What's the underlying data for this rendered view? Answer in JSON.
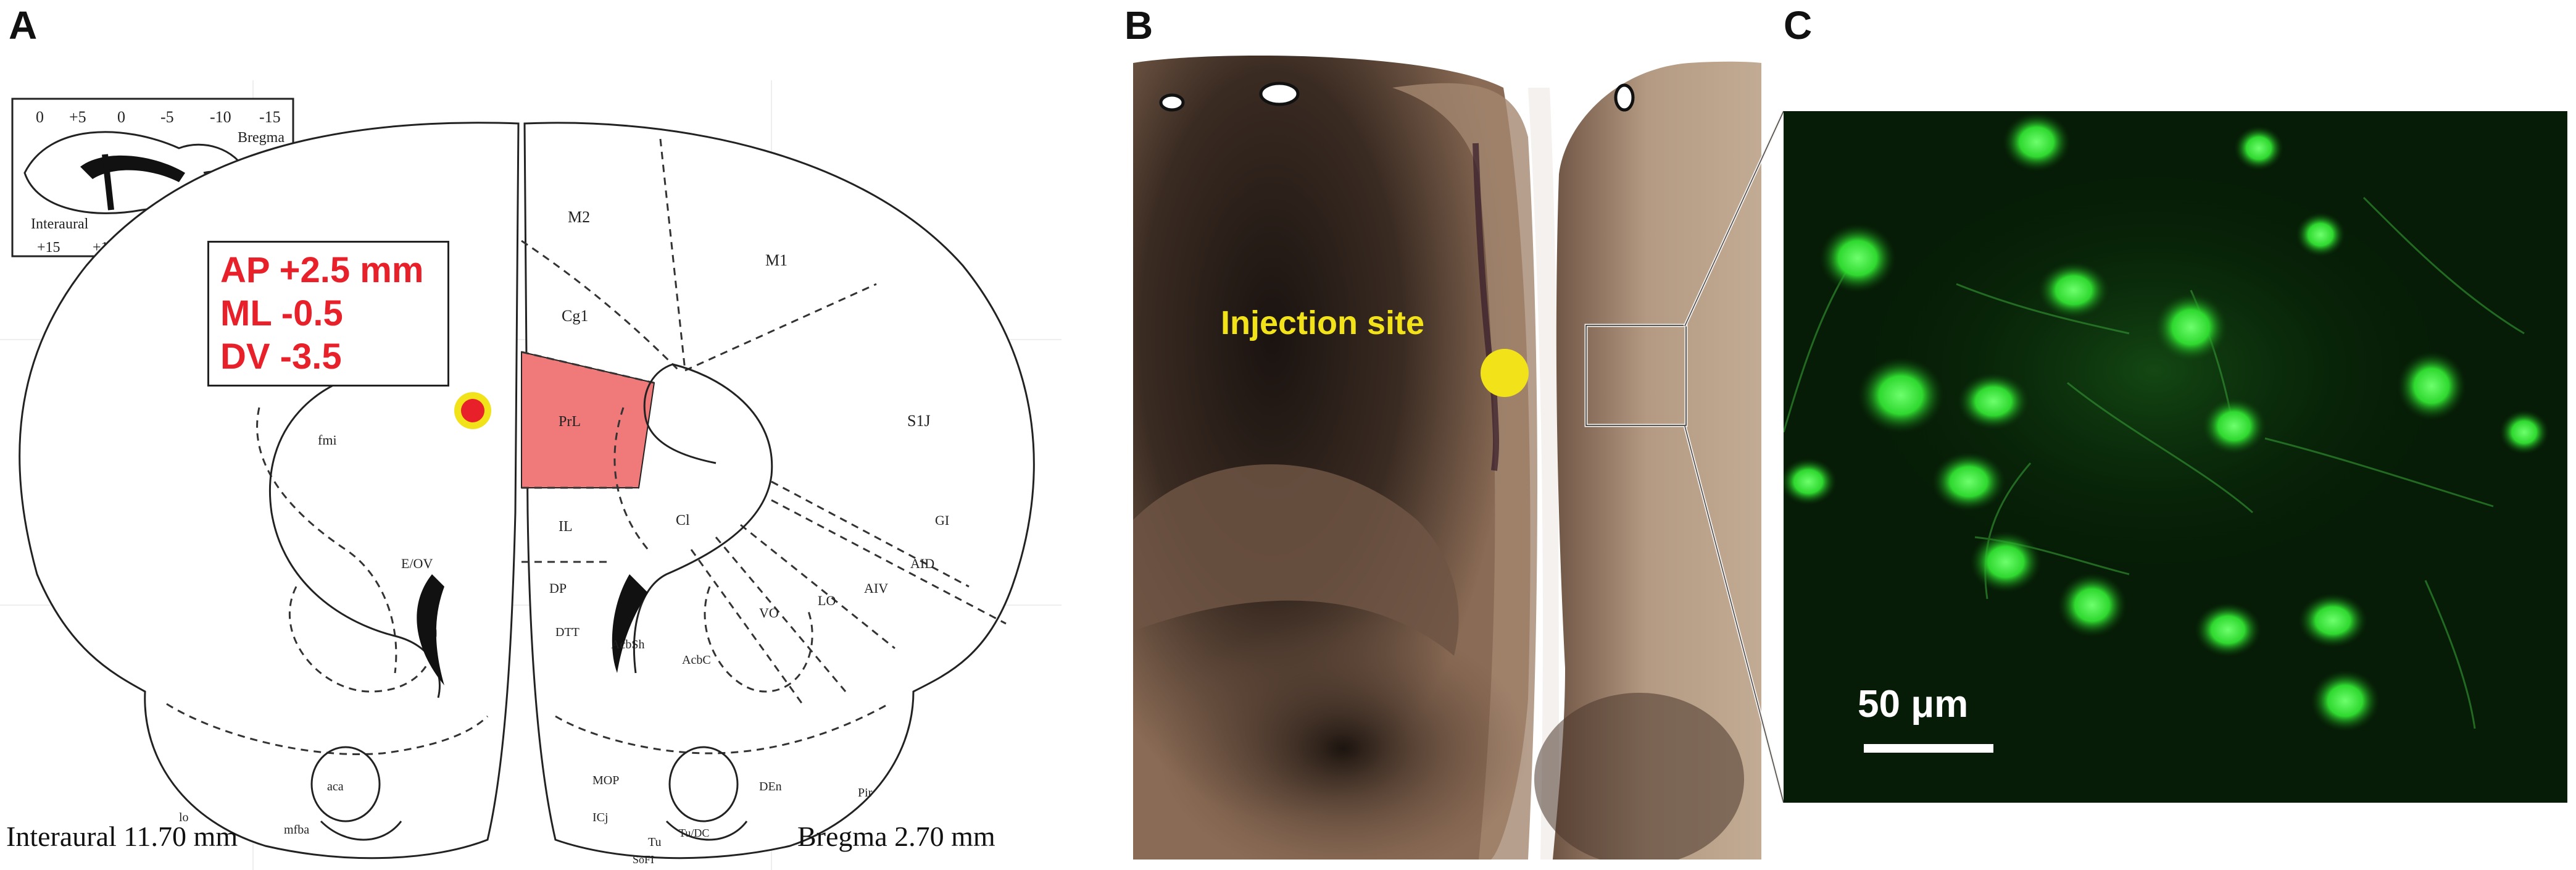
{
  "panels": {
    "a": {
      "letter": "A",
      "coordinates": [
        "AP +2.5 mm",
        "ML -0.5",
        "DV -3.5"
      ],
      "interaural": "Interaural 11.70 mm",
      "bregma": "Bregma 2.70  mm",
      "inset": {
        "top_ticks": [
          "0",
          "+5",
          "0",
          "-5",
          "-10",
          "-15"
        ],
        "bottom_ticks": [
          "+15",
          "+10"
        ],
        "bregma": "Bregma",
        "interaural": "Interaural"
      },
      "regions": [
        "M2",
        "M1",
        "Cg1",
        "PrL",
        "S1J",
        "GI",
        "IL",
        "Cl",
        "AID",
        "DP",
        "AIV",
        "VO",
        "LO",
        "E/OV",
        "fmi",
        "DTT",
        "AcbSh",
        "AcbC",
        "aca",
        "lo",
        "mfba",
        "Pir",
        "DEn",
        "MOP",
        "Tu",
        "ICj",
        "SoFI",
        "Tu/DC"
      ],
      "target_color": "#e8202a",
      "marker_ring_color": "#f2e21a",
      "region_fill": "#f07a7a"
    },
    "b": {
      "letter": "B",
      "injection_label": "Injection site",
      "marker_color": "#f2e21a"
    },
    "c": {
      "letter": "C",
      "scale_label": "50 μm",
      "fluorescence_color": "#3cff3c",
      "background": "#051a05"
    }
  }
}
